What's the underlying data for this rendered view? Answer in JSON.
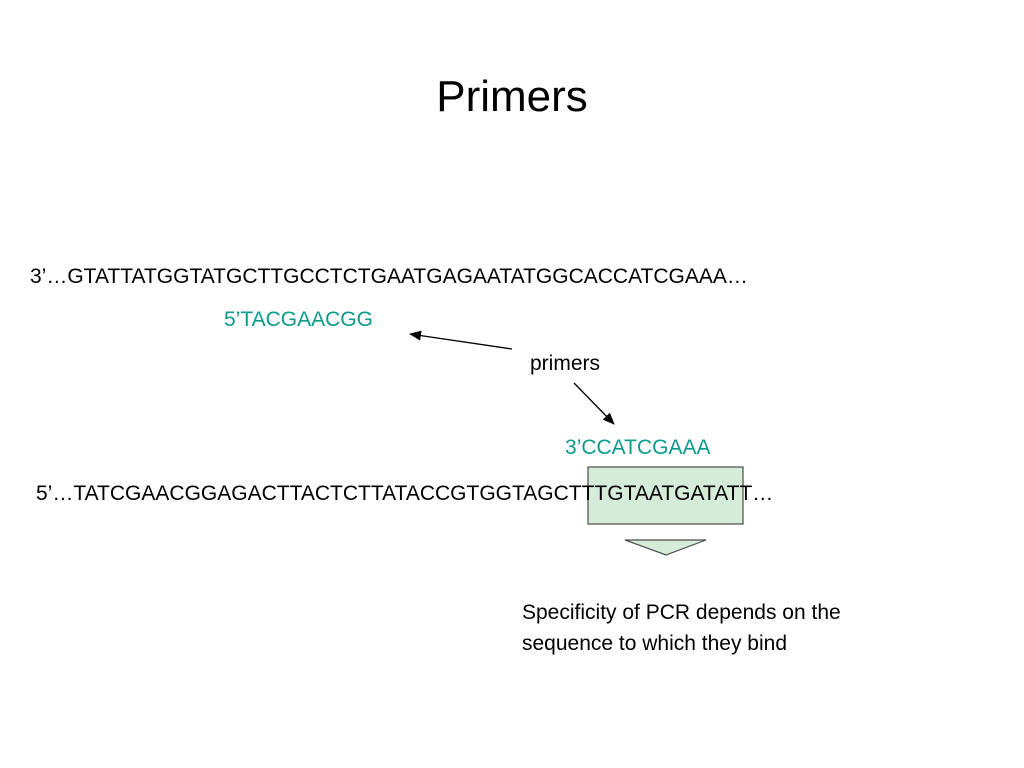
{
  "title": "Primers",
  "top_strand": "3’…GTATTATGGTATGCTTGCCTCTGAATGAGAATATGGCACCATCGAAA…",
  "bottom_strand": "5’…TATCGAACGGAGACTTACTCTTATACCGTGGTAGCTTTGTAATGATATT…",
  "primer_top": "5’TACGAACGG",
  "primer_bottom": "3’CCATCGAAA",
  "primers_label": "primers",
  "note": "Specificity of PCR depends on the sequence to which they bind",
  "colors": {
    "primer": "#0a9a8c",
    "highlight_fill": "#d4ecd8",
    "highlight_stroke": "#4a4a4a",
    "arrow": "#000000"
  }
}
